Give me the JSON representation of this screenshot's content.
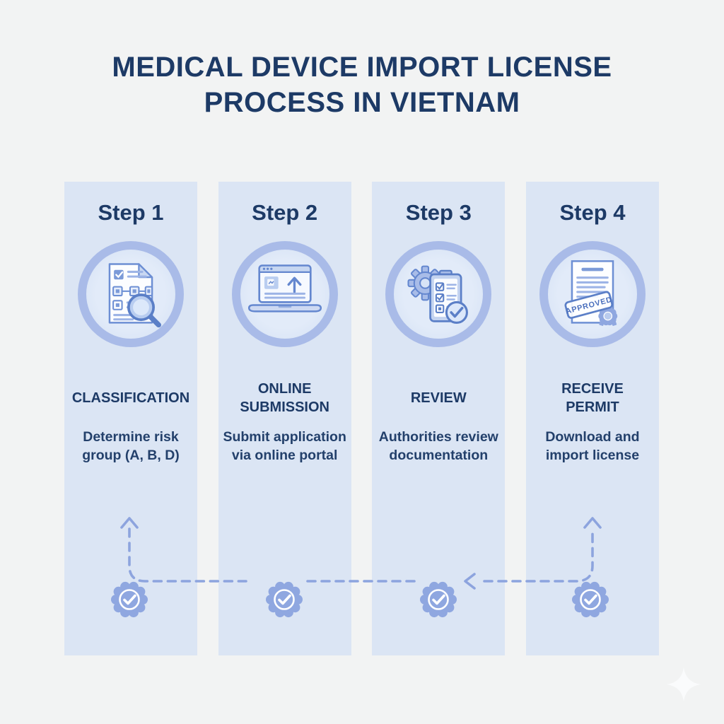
{
  "title": {
    "line1": "MEDICAL DEVICE IMPORT LICENSE",
    "line2": "PROCESS IN VIETNAM"
  },
  "steps": [
    {
      "label": "Step 1",
      "heading": "CLASSIFICATION",
      "subtitle": "Determine risk\ngroup (A, B, D)",
      "icon": "classification-document-magnifier-icon"
    },
    {
      "label": "Step 2",
      "heading": "ONLINE\nSUBMISSION",
      "subtitle": "Submit application\nvia online portal",
      "icon": "laptop-upload-icon"
    },
    {
      "label": "Step 3",
      "heading": "REVIEW",
      "subtitle": "Authorities review\ndocumentation",
      "icon": "gear-checklist-icon"
    },
    {
      "label": "Step 4",
      "heading": "RECEIVE\nPERMIT",
      "subtitle": "Download and\nimport license",
      "icon": "certificate-approved-icon",
      "stamp_text": "APPROVED"
    }
  ],
  "decorations": {
    "badge_icon": "rosette-check-badge-icon",
    "badge_count": 4,
    "flow_arrow_icon": "dashed-flow-arrow",
    "sparkle_icon": "sparkle-icon"
  },
  "colors": {
    "page_background": "#f2f3f3",
    "column_background": "#dbe5f4",
    "title_navy": "#1d3a66",
    "ring_periwinkle": "#a9bbe8",
    "icon_stroke_blue": "#5b7fc7",
    "badge_periwinkle": "#8fa7e0",
    "dashed_line": "#8da4de"
  }
}
